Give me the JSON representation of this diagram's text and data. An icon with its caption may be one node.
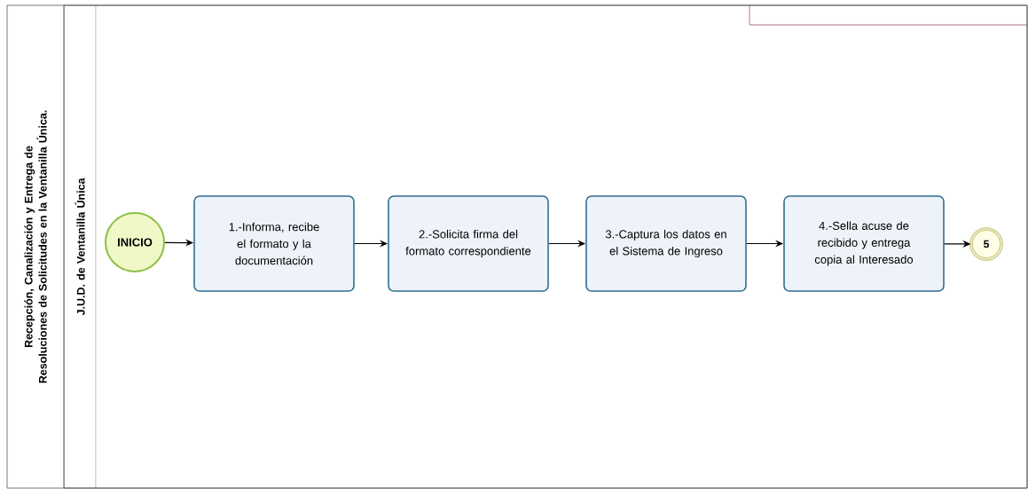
{
  "diagram": {
    "nodes": [
      {
        "text": [
          "Recepción, Canalización y Entrega de Resoluciones de Solicitudes en la Ventanilla Única."
        ]
      },
      {
        "text": [
          "J.U.D. de Ventanilla Única"
        ],
        "in": 0
      },
      {
        "text": [
          "INICIO"
        ],
        "in": 1
      },
      {
        "text": [
          "1.-Informa, recibe el formato y la documentación"
        ],
        "in": 1
      },
      {
        "text": [
          "2.-Solicita firma del formato correspondiente"
        ],
        "in": 1
      },
      {
        "text": [
          "3.-Captura los datos en el Sistema de Ingreso"
        ],
        "in": 1
      },
      {
        "text": [
          "4.-Sella acuse de recibido y entrega copia al Interesado"
        ],
        "in": 1
      },
      {
        "text": [
          "5"
        ],
        "in": 1
      }
    ],
    "edges": [
      {
        "from": 2,
        "to": 3,
        "arrow": "to"
      },
      {
        "from": 3,
        "to": 4,
        "arrow": "to"
      },
      {
        "from": 4,
        "to": 5,
        "arrow": "to"
      },
      {
        "from": 5,
        "to": 6,
        "arrow": "to"
      },
      {
        "from": 6,
        "to": 7,
        "arrow": "to"
      }
    ]
  }
}
